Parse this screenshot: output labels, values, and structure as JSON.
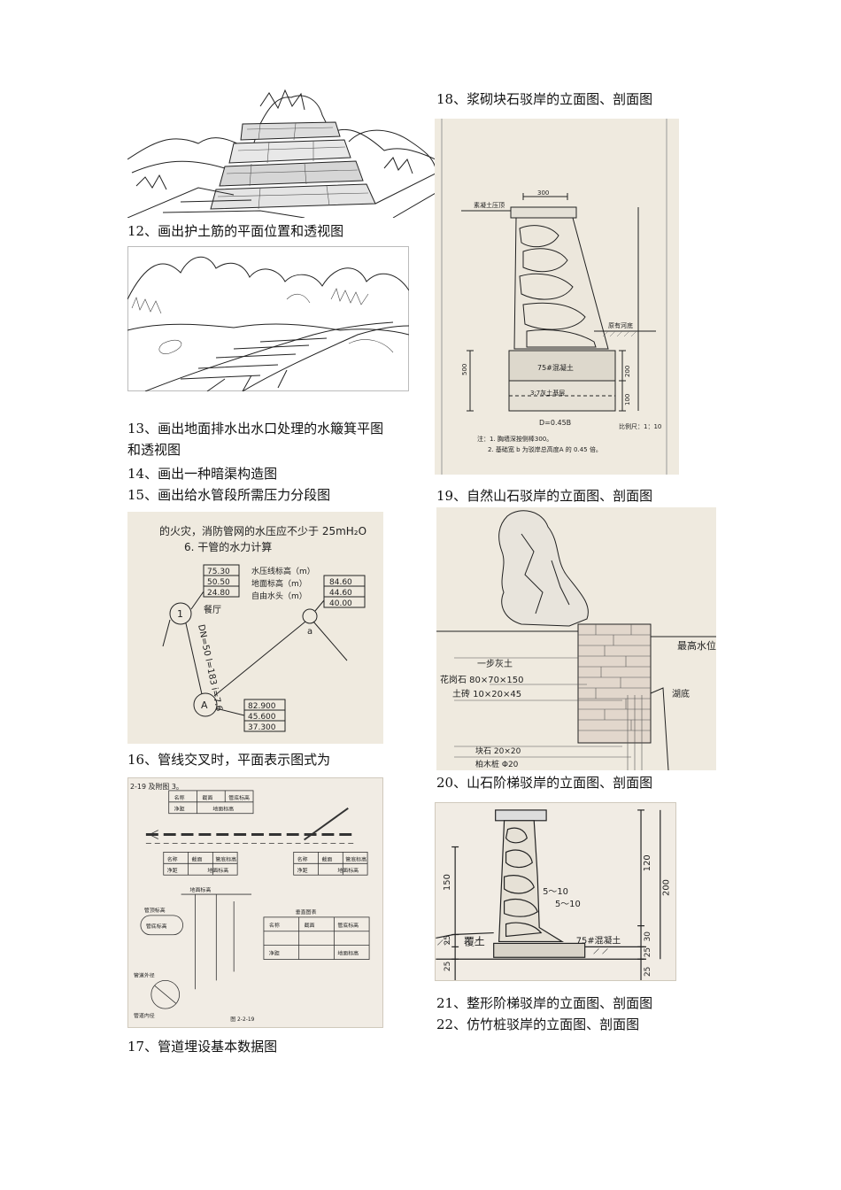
{
  "captions": {
    "c12": "12、画出护土筋的平面位置和透视图",
    "c13a": "13、画出地面排水出水口处理的水簸箕平图",
    "c13b": "和透视图",
    "c14": "14、画出一种暗渠构造图",
    "c15": "15、画出给水管段所需压力分段图",
    "c16": "16、管线交叉时，平面表示图式为",
    "c17": "17、管道埋设基本数据图",
    "c18": "18、浆砌块石驳岸的立面图、剖面图",
    "c19": "19、自然山石驳岸的立面图、剖面图",
    "c20": "20、山石阶梯驳岸的立面图、剖面图",
    "c21": "21、整形阶梯驳岸的立面图、剖面图",
    "c22": "22、仿竹桩驳岸的立面图、剖面图"
  },
  "fig15": {
    "top1": "的火灾，消防管网的水压应不少于 25mH₂O",
    "top2": "6. 干管的水力计算",
    "legend1": "水压线标高（m）",
    "legend2": "地面标高（m）",
    "legend3": "自由水头（m）",
    "box1": [
      "75.30",
      "50.50",
      "24.80"
    ],
    "box2": [
      "84.60",
      "44.60",
      "40.00"
    ],
    "box3": [
      "82.900",
      "45.600",
      "37.300"
    ],
    "node1": "1",
    "nodeA": "A",
    "nodea": "a",
    "place": "餐厅",
    "pipe": "DN=50 l=183 i=7.6"
  },
  "fig18": {
    "dim300": "300",
    "cap_label": "素凝土压顶",
    "bed": "原有河底",
    "concrete": "75#混凝土",
    "base": "3:7灰土基层",
    "d500": "500",
    "d200": "200",
    "d100": "100",
    "dval": "D=0.45B",
    "scale": "比例尺：1：10",
    "note1": "注：1. 胸墙深按侧棒300。",
    "note2": "2. 基础宽 b 为驳岸总高度A 的 0.45 倍。"
  },
  "fig19": {
    "high_water": "最高水位",
    "soil": "一步灰土",
    "granite": "花岗石 80×70×150",
    "tile": "土砖 10×20×45",
    "bed": "湖底",
    "block": "块石 20×20",
    "pile": "柏木桩 Φ20"
  },
  "fig20": {
    "fill": "覆土",
    "slope1": "5～10",
    "slope2": "5～10",
    "concrete": "75#混凝土",
    "d150": "150",
    "d120": "120",
    "d200": "200",
    "d30": "30",
    "d25a": "25",
    "d25b": "25",
    "d25c": "25",
    "d25d": "25"
  },
  "fig17": {
    "hdr": "2-19 及附图 3。",
    "t1": [
      "名称",
      "截面",
      "管底标高"
    ],
    "t1b": [
      "净距",
      "地面标高"
    ],
    "t2": [
      "名称",
      "截面",
      "管底标高"
    ],
    "t2b": [
      "净距",
      "地面标高"
    ],
    "t4": [
      "名称",
      "截面",
      "管底标高"
    ],
    "t4b": [
      "净距",
      "地面标高"
    ],
    "t4title": "垂直图表",
    "ground": "地面标高",
    "pipe_top": "管顶标高",
    "pipe_bottom": "管底标高",
    "outer": "管道外径",
    "inner": "管道内径",
    "caption": "图 2-2-19"
  }
}
